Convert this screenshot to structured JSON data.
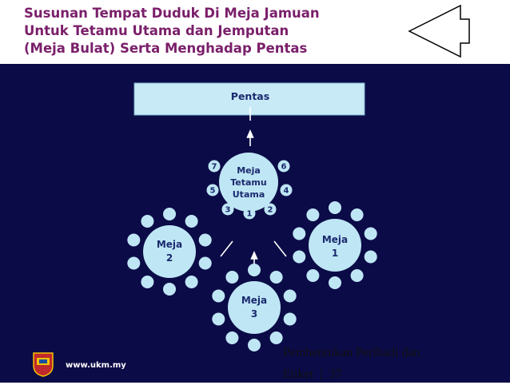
{
  "slide": {
    "title_lines": [
      "Susunan Tempat Duduk Di Meja Jamuan",
      "Untuk Tetamu Utama dan Jemputan",
      "(Meja Bulat) Serta Menghadap Pentas"
    ]
  },
  "diagram": {
    "stage_label": "Pentas",
    "main_table": {
      "label_lines": [
        "Meja",
        "Tetamu",
        "Utama"
      ],
      "seats": [
        "7",
        "6",
        "5",
        "4",
        "3",
        "1",
        "2"
      ]
    },
    "tables": [
      {
        "id": "meja-1",
        "label_lines": [
          "Meja",
          "1"
        ]
      },
      {
        "id": "meja-2",
        "label_lines": [
          "Meja",
          "2"
        ]
      },
      {
        "id": "meja-3",
        "label_lines": [
          "Meja",
          "3"
        ]
      }
    ]
  },
  "footer": {
    "website": "www.ukm.my",
    "note_lines": [
      "Pembentukan Peribadi dan",
      "Etiket  |  37"
    ]
  },
  "colors": {
    "background": "#0b0b47",
    "table_fill": "#bfe6f5",
    "stage_fill": "#c8eaf7",
    "title": "#7a1f6a"
  }
}
